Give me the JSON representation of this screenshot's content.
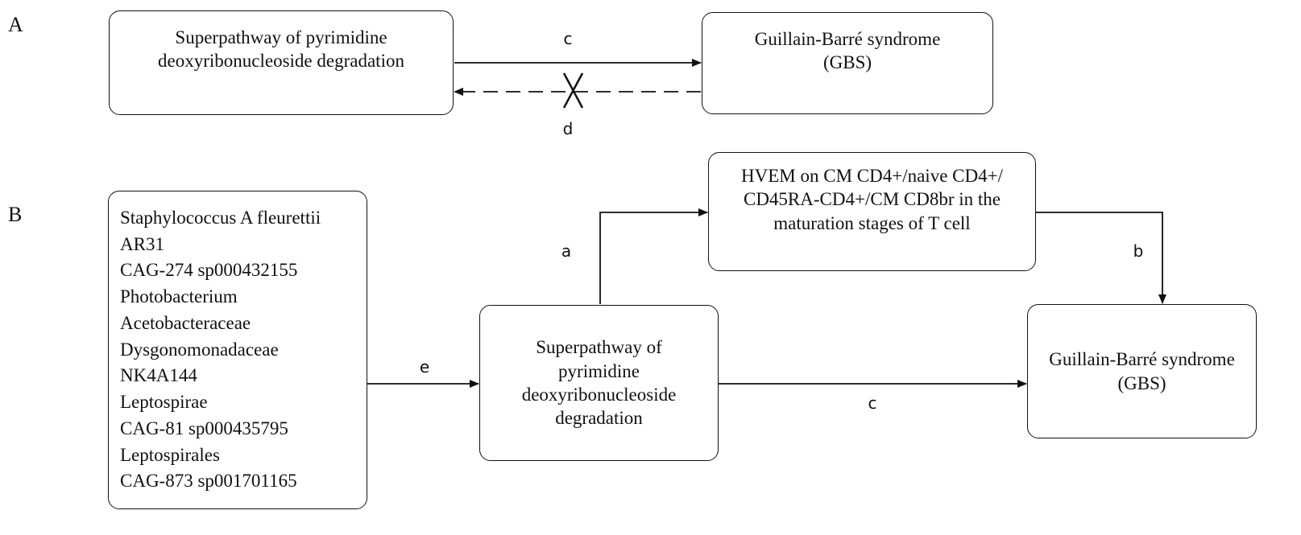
{
  "panel_a": {
    "label": "A",
    "pathway_box": {
      "lines": [
        "Superpathway of pyrimidine",
        "deoxyribonucleoside degradation"
      ]
    },
    "gbs_box": {
      "lines": [
        "Guillain-Barré syndrome",
        "(GBS)"
      ]
    },
    "edge_forward_label": "c",
    "edge_reverse_label": "d"
  },
  "panel_b": {
    "label": "B",
    "taxa_box": {
      "lines": [
        "Staphylococcus A fleurettii",
        "AR31",
        "CAG-274 sp000432155",
        "Photobacterium",
        "Acetobacteraceae",
        "Dysgonomonadaceae",
        "NK4A144",
        "Leptospirae",
        "CAG-81 sp000435795",
        "Leptospirales",
        "CAG-873 sp001701165"
      ]
    },
    "pathway_box": {
      "lines": [
        "Superpathway of",
        "pyrimidine",
        "deoxyribonucleoside",
        "degradation"
      ]
    },
    "hvem_box": {
      "lines": [
        "HVEM on CM CD4+/naive CD4+/",
        "CD45RA-CD4+/CM CD8br in the",
        "maturation stages of T cell"
      ]
    },
    "gbs_box": {
      "lines": [
        "Guillain-Barré syndrome",
        "(GBS)"
      ]
    },
    "edge_e_label": "e",
    "edge_a_label": "a",
    "edge_b_label": "b",
    "edge_c_label": "c"
  }
}
